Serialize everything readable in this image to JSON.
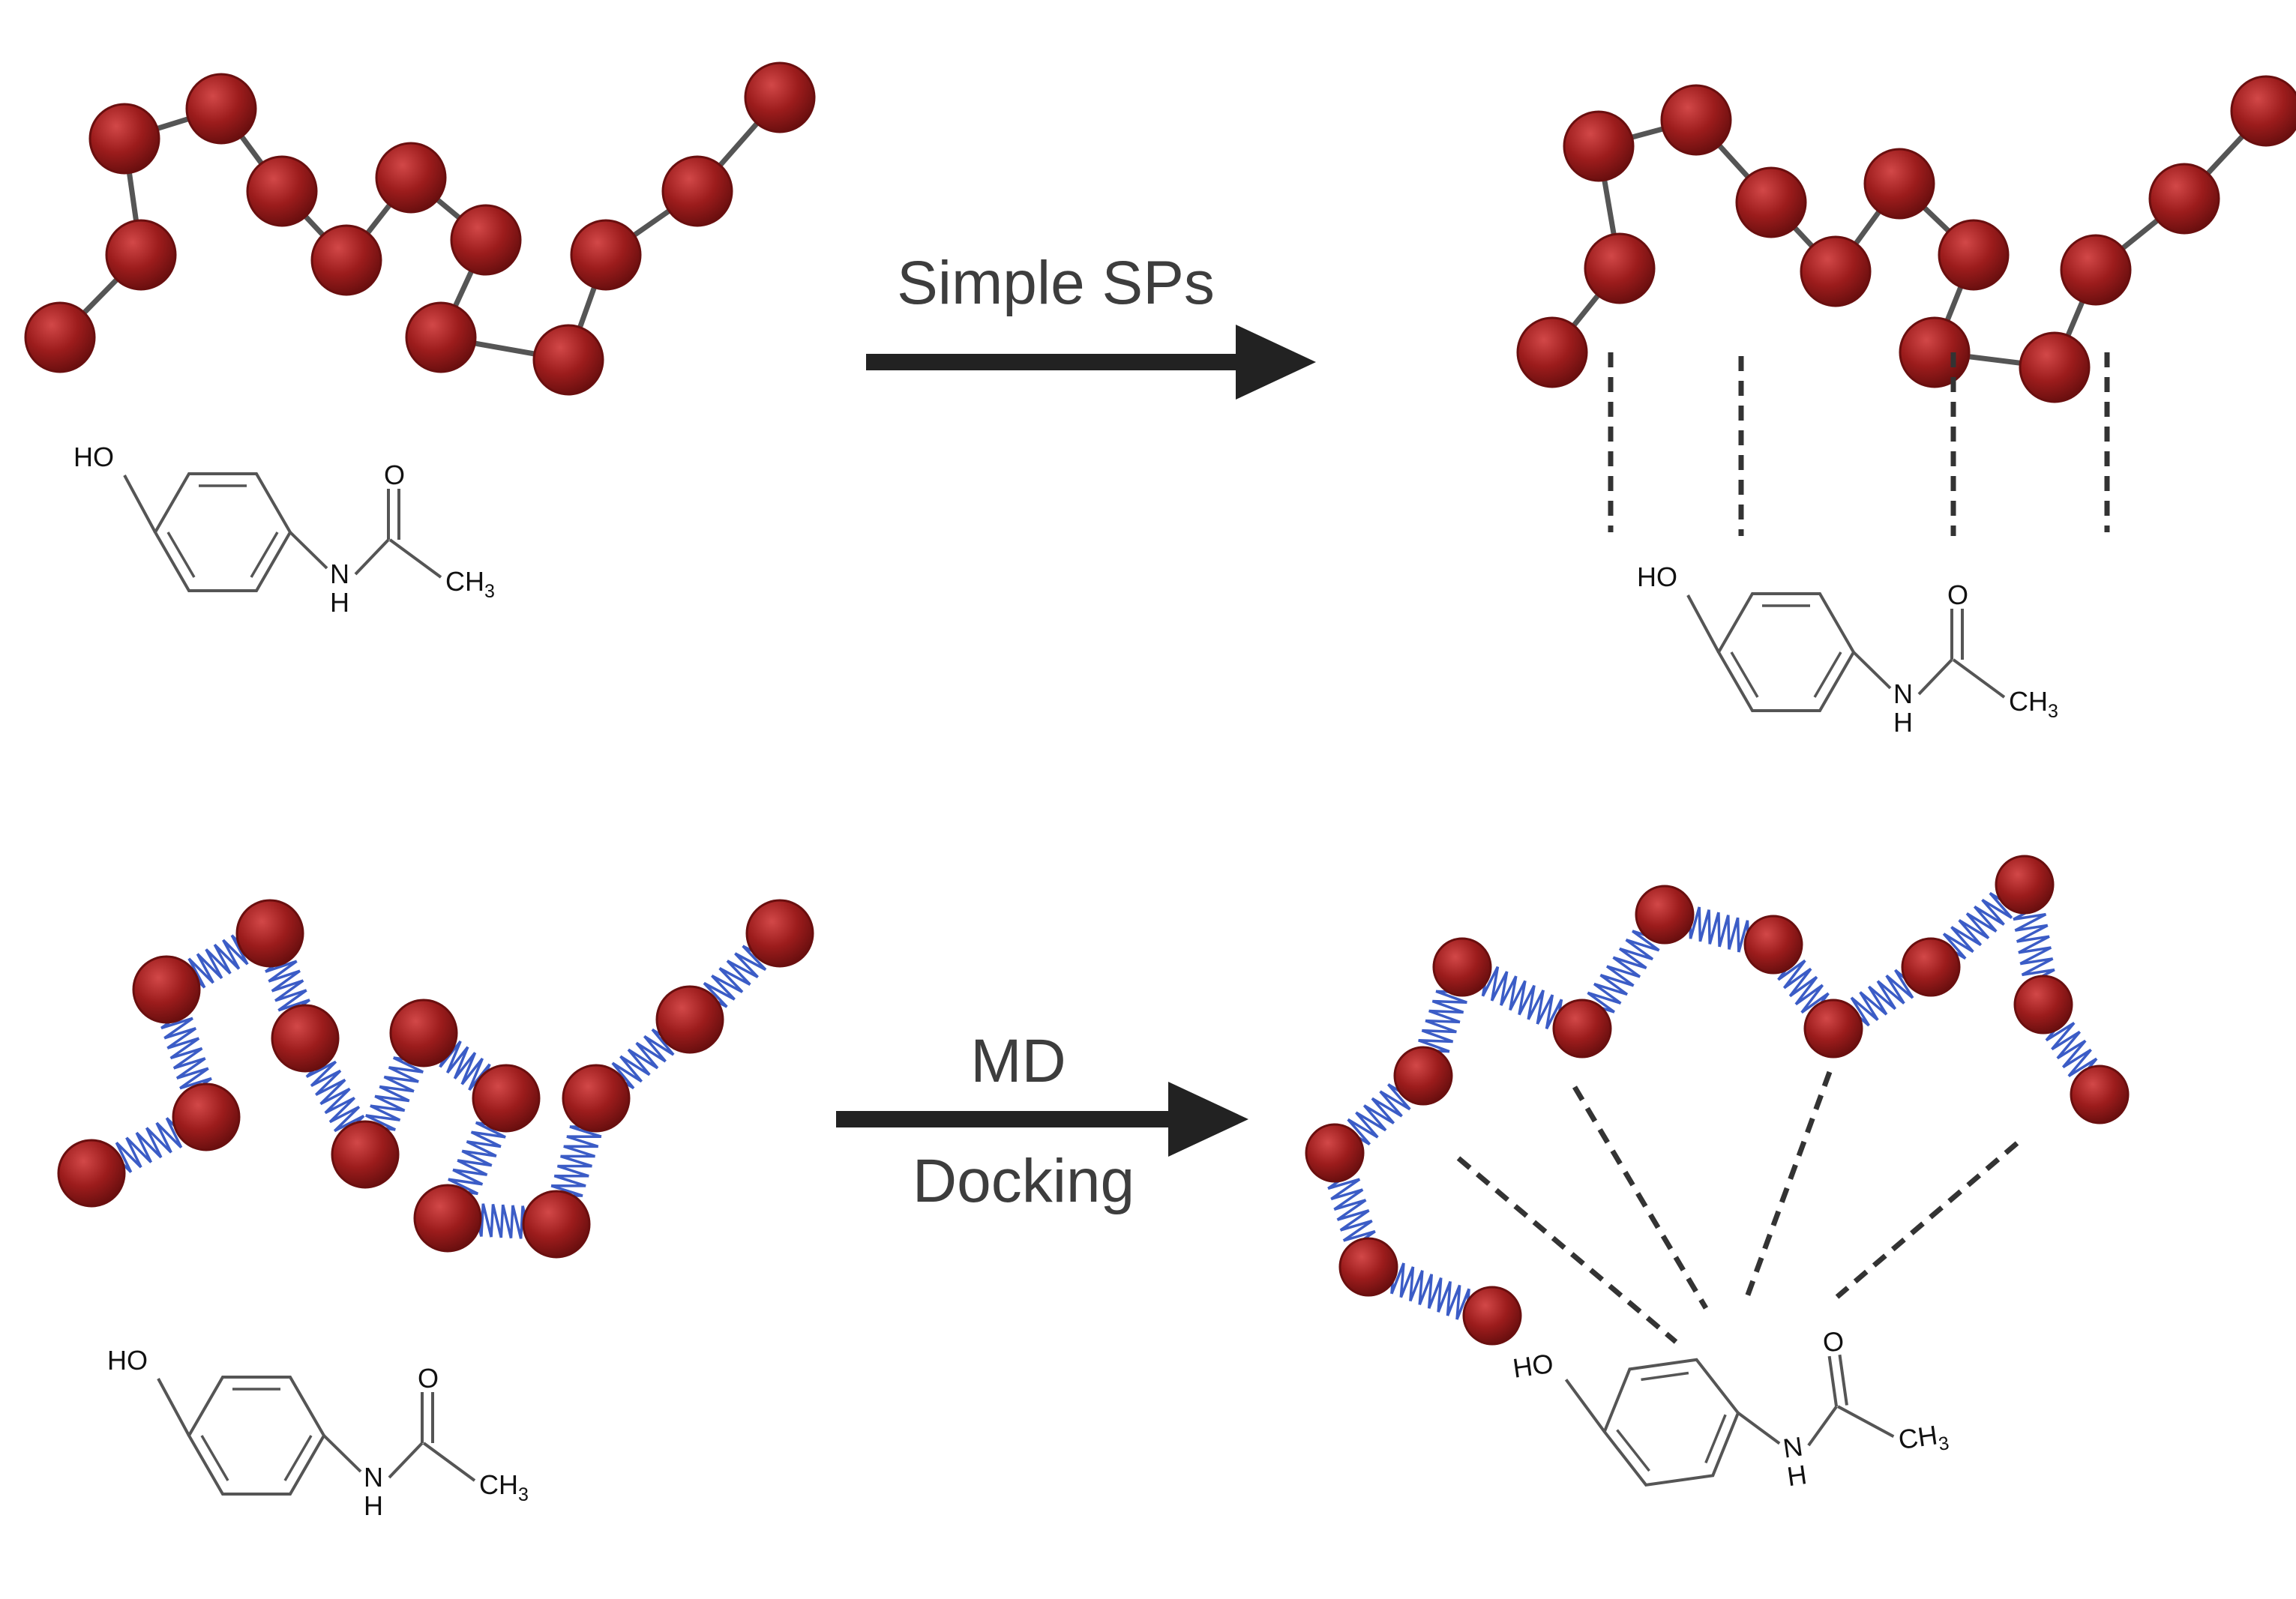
{
  "colors": {
    "bead": "#9c1c1c",
    "bead_dark": "#6a0f0f",
    "bead_light": "#d24848",
    "bond": "#555555",
    "spring": "#3b5cc6",
    "arrow": "#222222",
    "dash": "#333333",
    "molecule": "#555555"
  },
  "panels": {
    "top": {
      "arrow_label": "Simple SPs",
      "initial": {
        "name": "rigid bead chain",
        "bond_style": "stick"
      },
      "result": {
        "name": "rigid bead chain with ligand",
        "bond_style": "stick",
        "interaction_lines": 4
      }
    },
    "bottom": {
      "arrow_label_top": "MD",
      "arrow_label_bottom": "Docking",
      "initial": {
        "name": "flexible bead chain",
        "bond_style": "spring"
      },
      "result": {
        "name": "flexible bead chain with ligand",
        "bond_style": "spring",
        "interaction_lines": 4
      }
    }
  },
  "molecule": {
    "name": "paracetamol",
    "labels": {
      "hydroxyl": "HO",
      "oxygen": "O",
      "nitrogen": "N",
      "hydrogen": "H",
      "methyl": "CH",
      "methyl_sub": "3"
    }
  }
}
